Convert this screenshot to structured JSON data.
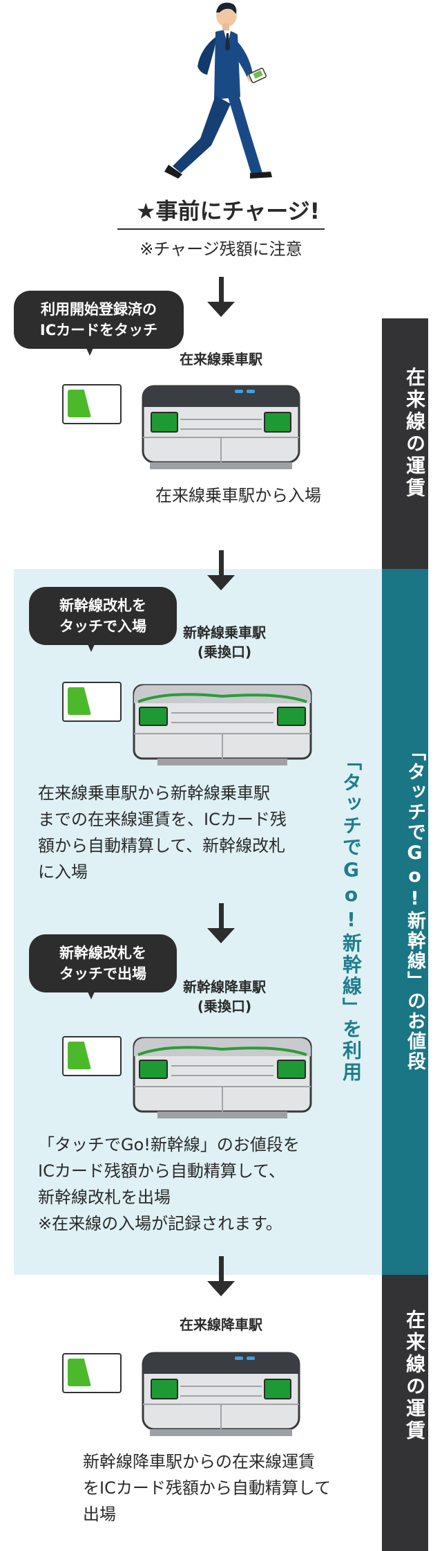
{
  "header": {
    "title": "★事前にチャージ!",
    "note": "※チャージ残額に注意"
  },
  "sidebar": {
    "top_label": "在来線の運賃",
    "middle_label": "「タッチでGo!新幹線」のお値段",
    "bottom_label": "在来線の運賃"
  },
  "panel": {
    "vertical_label": "「タッチでGo!新幹線」を利用"
  },
  "steps": [
    {
      "bubble": [
        "利用開始登録済の",
        "ICカードをタッチ"
      ],
      "station": [
        "在来線乗車駅"
      ],
      "description": [
        "在来線乗車駅から入場"
      ]
    },
    {
      "bubble": [
        "新幹線改札を",
        "タッチで入場"
      ],
      "station": [
        "新幹線乗車駅",
        "(乗換口)"
      ],
      "description": [
        "在来線乗車駅から新幹線乗車駅",
        "までの在来線運賃を、ICカード残",
        "額から自動精算して、新幹線改札",
        "に入場"
      ]
    },
    {
      "bubble": [
        "新幹線改札を",
        "タッチで出場"
      ],
      "station": [
        "新幹線降車駅",
        "(乗換口)"
      ],
      "description": [
        "「タッチでGo!新幹線」のお値段を",
        "ICカード残額から自動精算して、",
        "新幹線改札を出場",
        "※在来線の入場が記録されます。"
      ]
    },
    {
      "station": [
        "在来線降車駅"
      ],
      "description": [
        "新幹線降車駅からの在来線運賃",
        "をICカード残額から自動精算して",
        "出場"
      ]
    }
  ],
  "colors": {
    "panel_bg": "#dff1f5",
    "sidebar_dark": "#333335",
    "sidebar_teal": "#1a7585",
    "card_green": "#4cb92c",
    "shinkansen_line": "#2d9a3c",
    "text_dark": "#2a2a2a"
  },
  "icons": {
    "person": "walking-businessman-icon",
    "card": "ic-card-icon",
    "gate_local": "ticket-gate-icon",
    "gate_shinkansen": "shinkansen-gate-icon",
    "arrow": "arrow-down-icon"
  }
}
